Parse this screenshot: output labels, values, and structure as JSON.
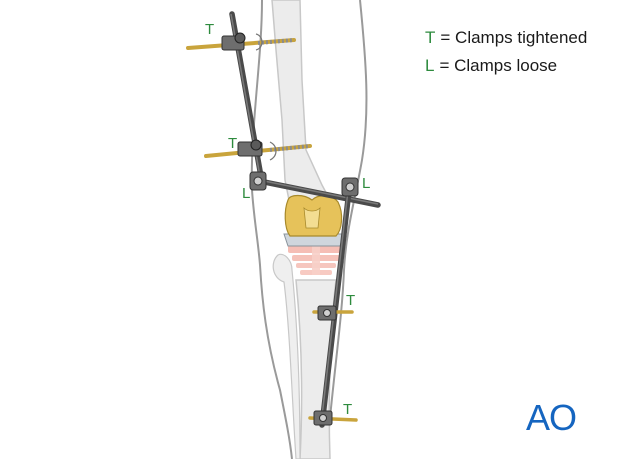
{
  "legend": [
    {
      "key": "T",
      "text": "= Clamps tightened"
    },
    {
      "key": "L",
      "text": "= Clamps loose"
    }
  ],
  "clamp_tags": {
    "upper_pin_1": "T",
    "upper_pin_2": "T",
    "femoral_bar_joint": "L",
    "tibial_bar_joint": "L",
    "lower_pin_1": "T",
    "lower_pin_2": "T"
  },
  "logo_text": "AO",
  "colors": {
    "tag_green": "#2e8b3e",
    "logo_blue": "#1565c0",
    "rod": "#4a4a4a",
    "bone": "#ececec",
    "implant_gold": "#e6c25a",
    "plastic_pink": "#f3b3a8"
  }
}
